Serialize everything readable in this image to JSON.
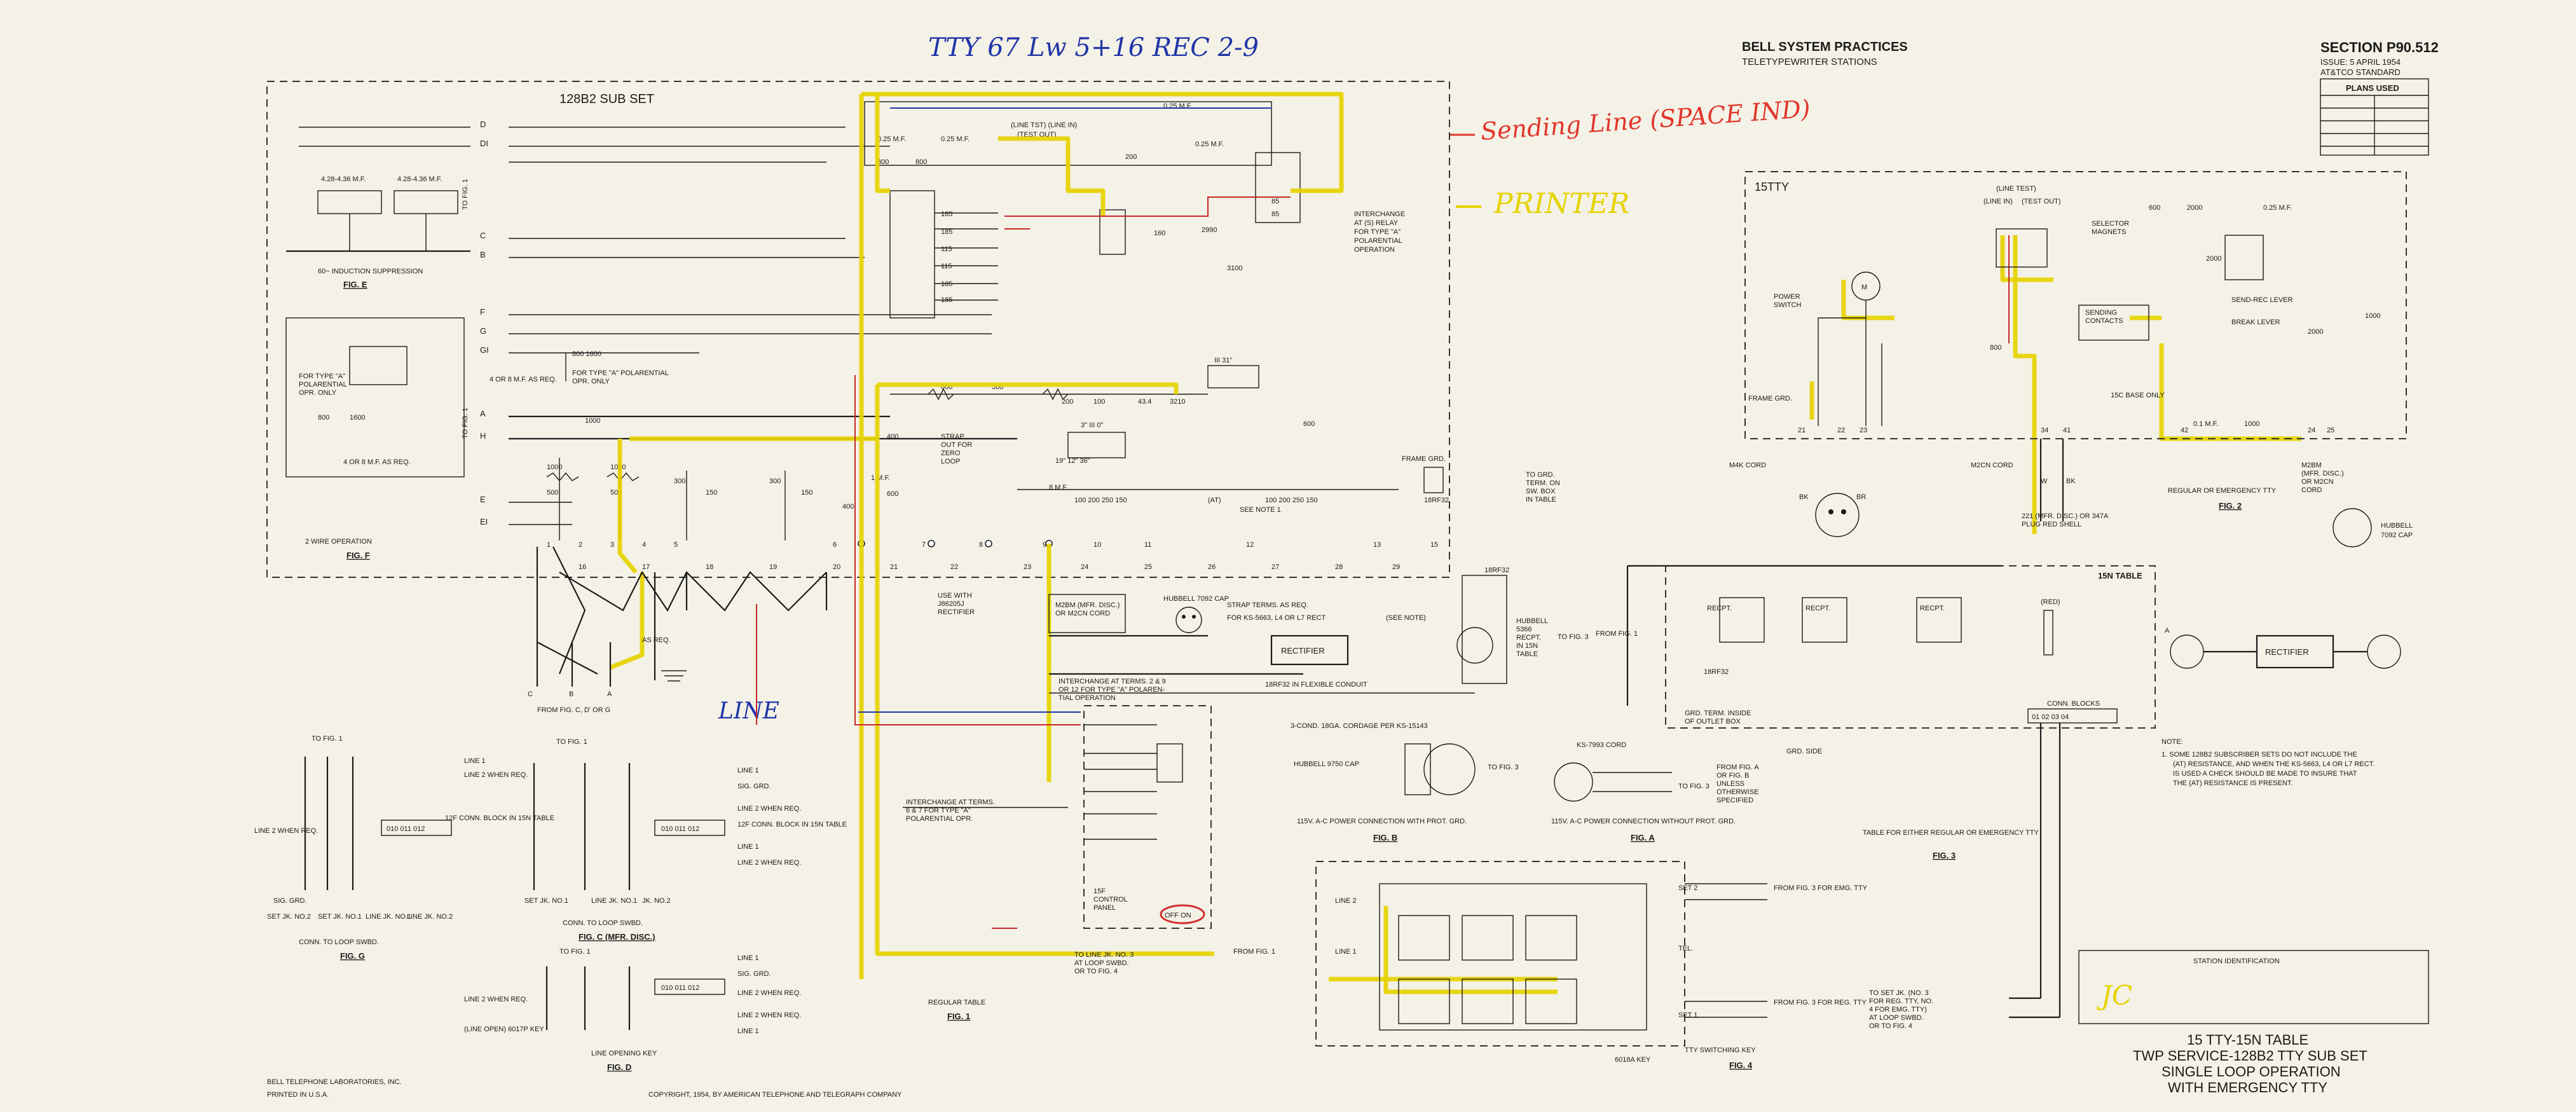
{
  "header": {
    "company": "BELL SYSTEM PRACTICES",
    "subtitle": "TELETYPEWRITER STATIONS",
    "section": "SECTION P90.512",
    "issue": "ISSUE: 5 APRIL 1954",
    "standard": "AT&TCO STANDARD",
    "plans_used": "PLANS USED"
  },
  "handwriting": {
    "top_note": "TTY 67   Lw 5+16   REC 2-9",
    "legend_sending": "Sending Line (SPACE IND)",
    "legend_printer": "PRINTER",
    "line_note": "LINE",
    "station_initials": "JC"
  },
  "labels": {
    "sub_set": "128B2 SUB SET",
    "tty15": "15TTY",
    "fig_e": "FIG. E",
    "fig_e_desc": "60~ INDUCTION SUPPRESSION",
    "fig_f": "FIG. F",
    "fig_f_desc": "2 WIRE OPERATION",
    "fig_g": "FIG. G",
    "fig_g_desc": "CONN. TO LOOP SWBD.",
    "fig_c": "FIG. C (MFR. DISC.)",
    "fig_c_desc": "CONN. TO LOOP SWBD.",
    "fig_d": "FIG. D",
    "fig_d_desc": "LINE OPENING KEY",
    "fig_1": "FIG. 1",
    "fig_1_desc": "REGULAR TABLE",
    "fig_2": "FIG. 2",
    "fig_2_desc": "REGULAR OR EMERGENCY TTY",
    "fig_3": "FIG. 3",
    "fig_3_desc": "TABLE FOR EITHER REGULAR OR EMERGENCY TTY",
    "fig_4": "FIG. 4",
    "fig_4_desc": "TTY SWITCHING KEY",
    "fig_a": "FIG. A",
    "fig_a_desc": "115V. A-C POWER CONNECTION WITHOUT PROT. GRD.",
    "fig_b": "FIG. B",
    "fig_b_desc": "115V. A-C POWER CONNECTION WITH PROT. GRD.",
    "tbl_15n": "15N TABLE",
    "rectifier": "RECTIFIER",
    "interchange_s": "INTERCHANGE AT (S) RELAY FOR TYPE \"A\" POLARENTIAL OPERATION",
    "interchange_29": "INTERCHANGE AT TERMS. 2 & 9 OR 12 FOR TYPE \"A\" POLAREN-TIAL OPERATION",
    "interchange_67": "INTERCHANGE AT TERMS. 6 & 7 FOR TYPE \"A\" POLARENTIAL OPR.",
    "control_panel": "15F CONTROL PANEL",
    "off_on": "OFF ON",
    "to_line_jk": "TO LINE JK. NO. 3 AT LOOP SWBD. OR TO FIG. 4",
    "to_set_jk": "TO SET JK. (NO. 3 FOR REG. TTY, NO. 4 FOR EMG. TTY) AT LOOP SWBD. OR TO FIG. 4",
    "strap_terms": "STRAP TERMS. AS REQ.",
    "strap_out": "STRAP OUT FOR ZERO LOOP",
    "use_with": "USE WITH J86205J RECTIFIER",
    "m2bm": "M2BM (MFR. DISC.) OR M2CN CORD",
    "hubbell_7092": "HUBBELL 7092 CAP",
    "for_ks": "FOR KS-5663, L4 OR L7 RECT",
    "see_note": "SEE NOTE 1",
    "rf32_conduit": "18RF32 IN FLEXIBLE CONDUIT",
    "frame_grd": "FRAME GRD.",
    "to_grd": "TO GRD. TERM. ON SW. BOX IN TABLE",
    "hubbell_5366": "HUBBELL 5366 RECPT. IN 15N TABLE",
    "cordage": "3-COND. 18GA. CORDAGE PER KS-15143",
    "hubbell_9750": "HUBBELL 9750 CAP",
    "ks7993": "KS-7993 CORD",
    "grd_term": "GRD. TERM. INSIDE OF OUTLET BOX",
    "conn_blocks": "CONN. BLOCKS",
    "grd_side": "GRD. SIDE",
    "from_fig_a": "FROM FIG. A OR FIG. B UNLESS OTHERWISE SPECIFIED",
    "power_switch": "POWER SWITCH",
    "m4k": "M4K CORD",
    "m2cn": "M2CN CORD",
    "m2bm_cap": "M2BM (MFR. DISC.) OR M2CN CORD",
    "plug_221": "221 (MFR. DISC.) OR 347A PLUG RED SHELL",
    "hubbell_cap": "HUBBELL 7092 CAP",
    "selector": "SELECTOR MAGNETS",
    "sending_contacts": "SENDING CONTACTS",
    "send_rec": "SEND-REC LEVER",
    "break_lever": "BREAK LEVER",
    "base_only": "15C BASE ONLY",
    "key_6018a": "6018A KEY",
    "set_2": "SET 2",
    "set_1": "SET 1",
    "line_2": "LINE 2",
    "line_1": "LINE 1",
    "tel": "TEL.",
    "from_fig3_emg": "FROM FIG. 3 FOR EMG. TTY",
    "from_fig3_reg": "FROM FIG. 3 FOR REG. TTY",
    "line_open": "(LINE OPEN) 6017P KEY",
    "station_id": "STATION IDENTIFICATION",
    "note_head": "NOTE:",
    "note_body": "1. SOME 128B2 SUBSCRIBER SETS DO NOT INCLUDE THE (AT) RESISTANCE, AND WHEN THE KS-5663, L4 OR L7 RECT. IS USED A CHECK SHOULD BE MADE TO INSURE THAT THE (AT) RESISTANCE IS PRESENT."
  },
  "title_block": {
    "l1": "15 TTY-15N TABLE",
    "l2": "TWP SERVICE-128B2 TTY SUB SET",
    "l3": "SINGLE LOOP OPERATION",
    "l4": "WITH EMERGENCY TTY"
  },
  "footer": {
    "lab": "BELL TELEPHONE LABORATORIES, INC.",
    "printed": "PRINTED IN U.S.A.",
    "copyright": "COPYRIGHT, 1954, BY AMERICAN TELEPHONE AND TELEGRAPH COMPANY"
  },
  "colors": {
    "paper": "#f4f1e6",
    "ink": "#1b1b1b",
    "highlight_yellow": "#e5d300",
    "ink_red": "#c62828",
    "ink_blue": "#2035a8"
  }
}
